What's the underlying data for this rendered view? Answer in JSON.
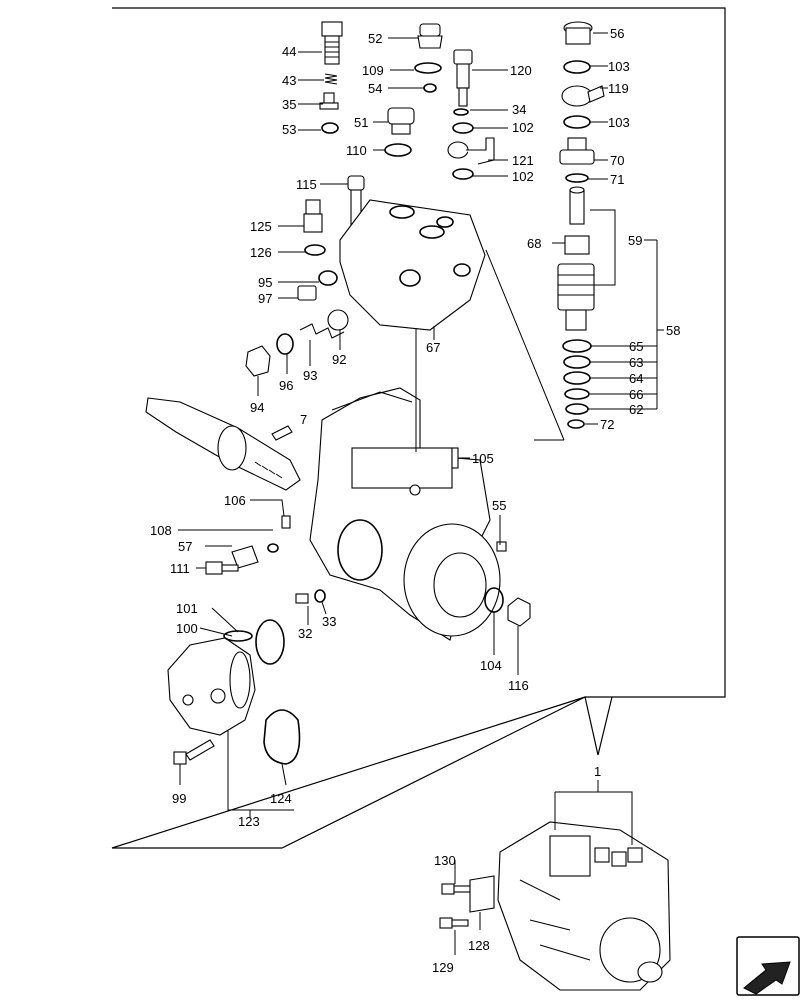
{
  "callouts": {
    "c1": "1",
    "c7": "7",
    "c32": "32",
    "c33": "33",
    "c34": "34",
    "c35": "35",
    "c43": "43",
    "c44": "44",
    "c51": "51",
    "c52": "52",
    "c53": "53",
    "c54": "54",
    "c55": "55",
    "c56": "56",
    "c57": "57",
    "c58": "58",
    "c59": "59",
    "c62": "62",
    "c63": "63",
    "c64": "64",
    "c65": "65",
    "c66": "66",
    "c67": "67",
    "c68": "68",
    "c70": "70",
    "c71": "71",
    "c72": "72",
    "c92": "92",
    "c93": "93",
    "c94": "94",
    "c95": "95",
    "c96": "96",
    "c97": "97",
    "c99": "99",
    "c100": "100",
    "c101": "101",
    "c102a": "102",
    "c102b": "102",
    "c103a": "103",
    "c103b": "103",
    "c104": "104",
    "c105": "105",
    "c106": "106",
    "c108": "108",
    "c109": "109",
    "c110": "110",
    "c111": "111",
    "c115": "115",
    "c116": "116",
    "c119": "119",
    "c120": "120",
    "c121": "121",
    "c123": "123",
    "c124": "124",
    "c125": "125",
    "c126": "126",
    "c128": "128",
    "c129": "129",
    "c130": "130"
  },
  "icons": {
    "nav": "next-page-arrow-icon"
  }
}
